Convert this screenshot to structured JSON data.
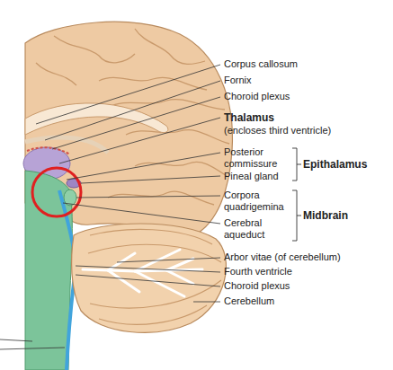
{
  "diagram": {
    "labels": [
      "Corpus callosum",
      "Fornix",
      "Choroid plexus",
      "Thalamus",
      "(encloses third ventricle)",
      "Posterior commissure",
      "Pineal gland",
      "Epithalamus",
      "Corpora quadrigemina",
      "Cerebral aqueduct",
      "Midbrain",
      "Arbor vitae (of cerebellum)",
      "Fourth ventricle",
      "Choroid plexus",
      "Cerebellum"
    ]
  }
}
